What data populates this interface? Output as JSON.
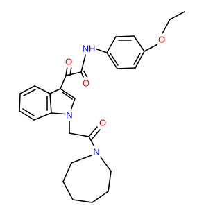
{
  "colors": {
    "background": "#ffffff",
    "bond": "#000000",
    "oxygen": "#ff0000",
    "nitrogen": "#0000ff"
  },
  "atoms": {
    "amide_nh": {
      "label": "NH",
      "element": "N"
    },
    "ether_o": {
      "label": "O",
      "element": "O"
    },
    "keto_o": {
      "label": "O",
      "element": "O"
    },
    "amide_o": {
      "label": "O",
      "element": "O"
    },
    "indole_n": {
      "label": "N",
      "element": "N"
    },
    "acyl_o": {
      "label": "O",
      "element": "O"
    },
    "azepane_n": {
      "label": "N",
      "element": "N"
    }
  }
}
